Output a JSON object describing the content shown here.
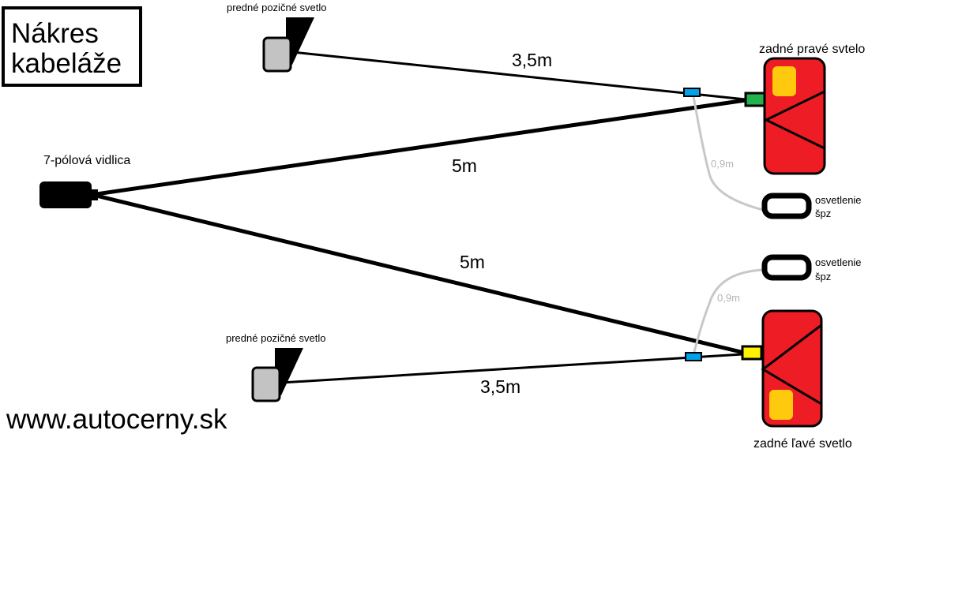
{
  "title": "Nákres\nkabeláže",
  "website": "www.autocerny.sk",
  "labels": {
    "plug": "7-pólová vidlica",
    "front_light_top": "predné pozičné svetlo",
    "front_light_bottom": "predné pozičné svetlo",
    "rear_right": "zadné pravé svtelo",
    "rear_left": "zadné ľavé svetlo",
    "plate_top_line1": "osvetlenie",
    "plate_top_line2": "špz",
    "plate_bottom_line1": "osvetlenie",
    "plate_bottom_line2": "špz"
  },
  "lengths": {
    "top_front": "3,5m",
    "bottom_front": "3,5m",
    "upper_main": "5m",
    "lower_main": "5m",
    "plate_top": "0,9m",
    "plate_bottom": "0,9m"
  },
  "colors": {
    "lamp_red": "#ee1c24",
    "lamp_amber": "#ffc90e",
    "connector_green": "#22b14c",
    "connector_yellow": "#fff200",
    "connector_blue": "#00a2e8",
    "front_lamp_gray": "#c3c3c3",
    "plate_wire_gray": "#c8c8c8"
  }
}
